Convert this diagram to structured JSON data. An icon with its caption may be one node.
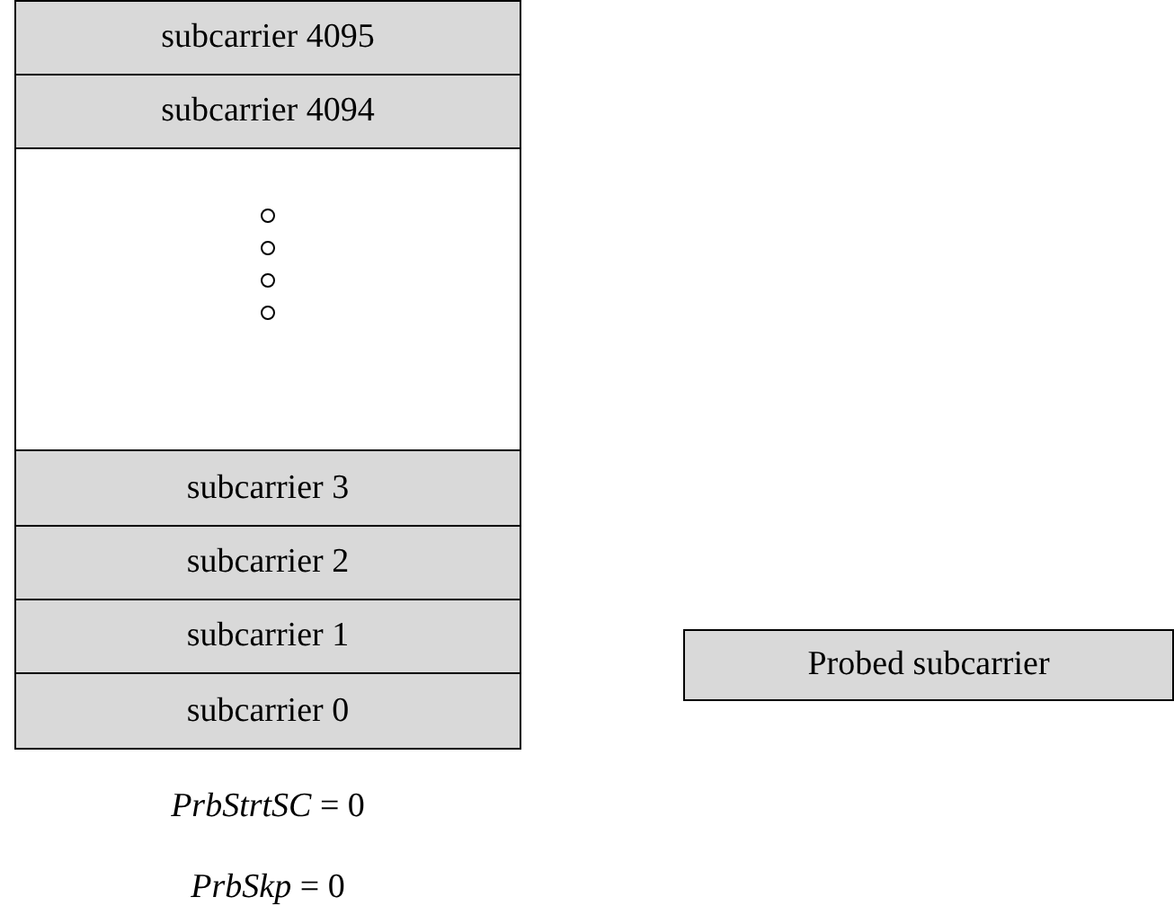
{
  "diagram": {
    "nodes": [
      {
        "text": [
          "subcarrier 4095"
        ]
      },
      {
        "text": [
          "subcarrier 4094"
        ]
      },
      {
        "text": [],
        "shape": "box"
      },
      {
        "text": [
          "subcarrier 3"
        ]
      },
      {
        "text": [
          "subcarrier 2"
        ]
      },
      {
        "text": [
          "subcarrier 1"
        ]
      },
      {
        "text": [
          "subcarrier 0"
        ]
      }
    ],
    "edges": [],
    "labels": [
      "*PrbStrtSC* = 0",
      "*PrbSkp* = 0"
    ],
    "legend": [
      {
        "text": "Probed subcarrier",
        "color": "#d9d9d9"
      }
    ]
  }
}
